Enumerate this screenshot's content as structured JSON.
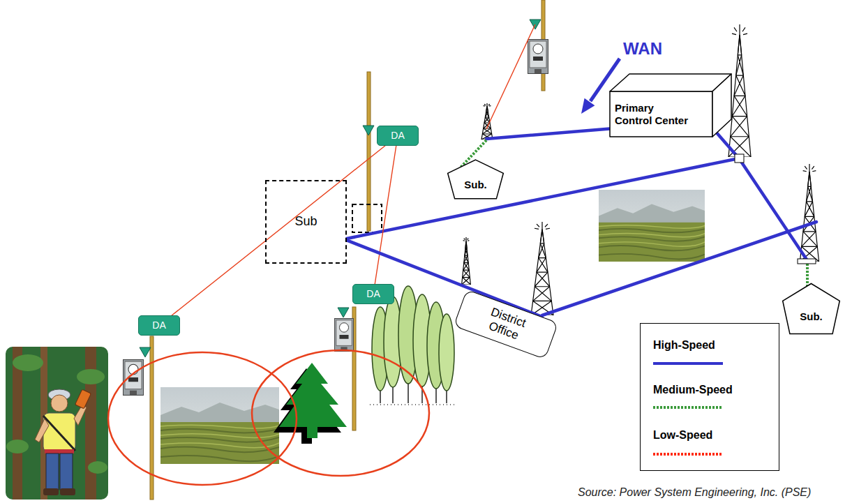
{
  "diagram": {
    "nodes": [
      {
        "text": [
          "Primary Control Center"
        ]
      },
      {
        "text": [
          "DA"
        ]
      },
      {
        "text": [
          "Sub."
        ]
      },
      {
        "text": [
          "Sub"
        ]
      },
      {
        "text": [
          "Sub."
        ]
      },
      {
        "text": [
          "DA"
        ]
      },
      {
        "text": [
          "DA"
        ]
      },
      {
        "text": [
          "District Office"
        ]
      }
    ],
    "edges": [
      {
        "from": 6,
        "to": 1,
        "arrow": "none"
      },
      {
        "from": 5,
        "to": 1,
        "arrow": "none"
      },
      {
        "from": 3,
        "to": 7,
        "arrow": "none"
      }
    ],
    "labels": [
      "WAN",
      "Source: Power System Engineering, Inc. (PSE)"
    ],
    "legend": [
      {
        "text": "High-Speed"
      },
      {
        "text": "Medium-Speed"
      },
      {
        "text": "Low-Speed"
      }
    ]
  }
}
